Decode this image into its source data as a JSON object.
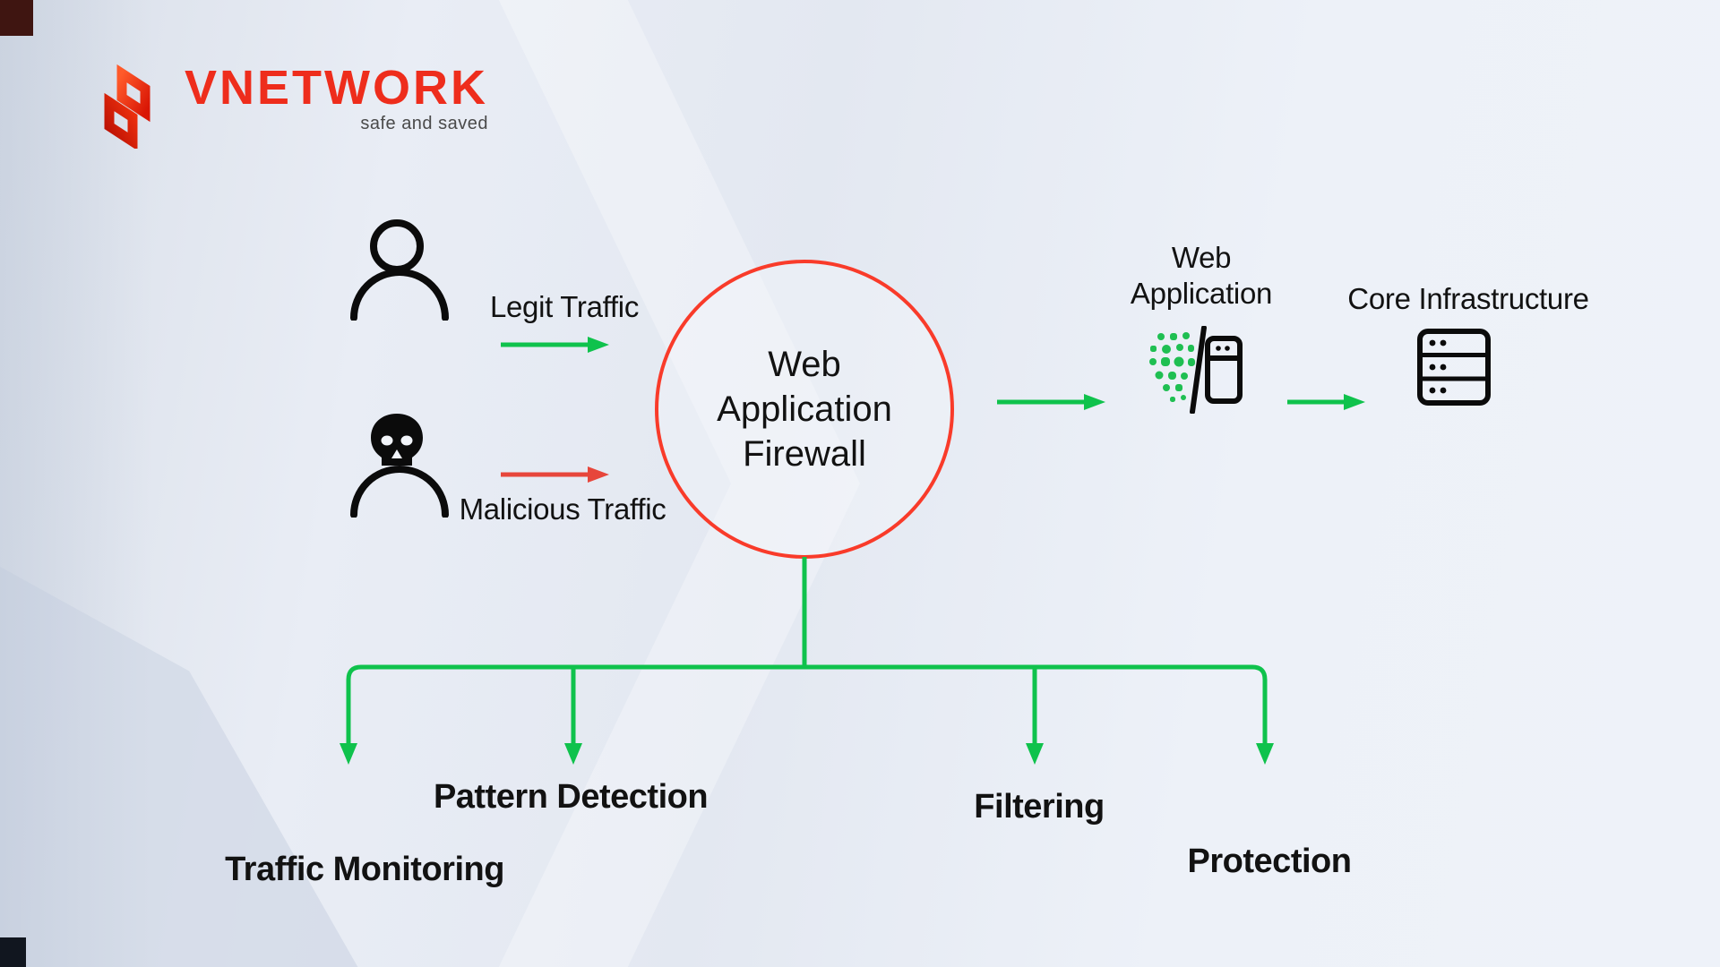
{
  "brand": {
    "name": "VNETWORK",
    "tagline": "safe and saved",
    "logo_color": "#ee2d1c"
  },
  "actors": {
    "legit_label": "Legit Traffic",
    "malicious_label": "Malicious Traffic"
  },
  "waf": {
    "lines": [
      "Web",
      "Application",
      "Firewall"
    ]
  },
  "destinations": {
    "web_app_lines": [
      "Web",
      "Application"
    ],
    "core_label": "Core Infrastructure"
  },
  "functions": [
    "Traffic Monitoring",
    "Pattern Detection",
    "Filtering",
    "Protection"
  ],
  "icons": {
    "logo": "vnetwork-mark-icon",
    "legit_user": "person-icon",
    "malicious_user": "skull-user-icon",
    "web_app": "traffic-filter-icon",
    "core": "server-rack-icon"
  },
  "colors": {
    "green": "#0fc24c",
    "red_circle": "#f93b2a",
    "red_arrow": "#e7463b",
    "text": "#121212",
    "brand_red": "#ee2d1c",
    "background": "#e7ebf4"
  }
}
